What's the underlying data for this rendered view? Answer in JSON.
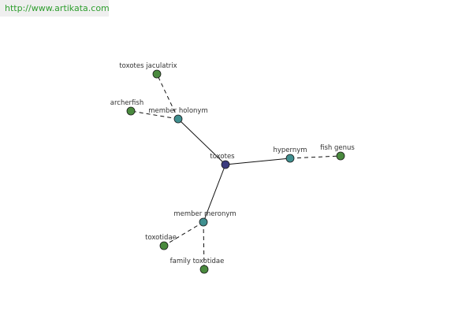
{
  "watermark": {
    "text": "http://www.artikata.com"
  },
  "colors": {
    "center": "#3b3b7e",
    "relation": "#3f8f8f",
    "leaf": "#4a8a3e",
    "node_stroke": "#1a1a1a",
    "edge": "#111111",
    "watermark_bg": "#efefef",
    "watermark_text": "#2e9e2e"
  },
  "graph": {
    "nodes": [
      {
        "id": "toxotes",
        "label": "toxotes",
        "kind": "center"
      },
      {
        "id": "member-holonym",
        "label": "member holonym",
        "kind": "relation"
      },
      {
        "id": "hypernym",
        "label": "hypernym",
        "kind": "relation"
      },
      {
        "id": "member-meronym",
        "label": "member meronym",
        "kind": "relation"
      },
      {
        "id": "toxotes-jaculatrix",
        "label": "toxotes jaculatrix",
        "kind": "leaf"
      },
      {
        "id": "archerfish",
        "label": "archerfish",
        "kind": "leaf"
      },
      {
        "id": "fish-genus",
        "label": "fish genus",
        "kind": "leaf"
      },
      {
        "id": "toxotidae",
        "label": "toxotidae",
        "kind": "leaf"
      },
      {
        "id": "family-toxotidae",
        "label": "family toxotidae",
        "kind": "leaf"
      }
    ],
    "edges": [
      {
        "from": "toxotes",
        "to": "member-holonym",
        "style": "solid"
      },
      {
        "from": "toxotes",
        "to": "hypernym",
        "style": "solid"
      },
      {
        "from": "toxotes",
        "to": "member-meronym",
        "style": "solid"
      },
      {
        "from": "member-holonym",
        "to": "toxotes-jaculatrix",
        "style": "dashed"
      },
      {
        "from": "member-holonym",
        "to": "archerfish",
        "style": "dashed"
      },
      {
        "from": "hypernym",
        "to": "fish-genus",
        "style": "dashed"
      },
      {
        "from": "member-meronym",
        "to": "toxotidae",
        "style": "dashed"
      },
      {
        "from": "member-meronym",
        "to": "family-toxotidae",
        "style": "dashed"
      }
    ]
  }
}
